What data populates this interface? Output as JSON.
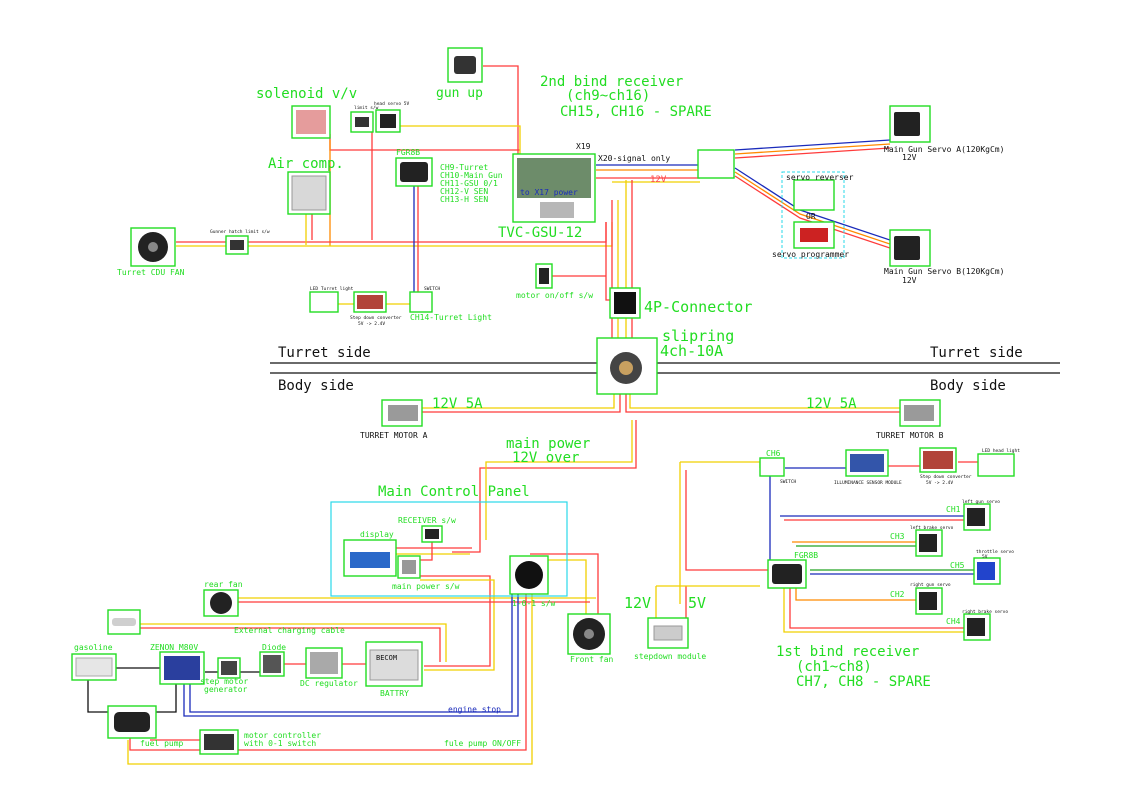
{
  "colors": {
    "label": "#22dd22",
    "text": "#111111",
    "wire_red": "#ff3b3b",
    "wire_yellow": "#f0d000",
    "wire_blue": "#1a2bbb",
    "wire_orange": "#ff8a00",
    "wire_green": "#23a323",
    "panel_border": "#2ad8e8"
  },
  "turret": {
    "gun_up": "gun up",
    "solenoid": "solenoid v/v",
    "limit_sw": "limit s/w",
    "head_servo": "head servo 5V",
    "air_comp": "Air comp.",
    "gunner_hatch": "Gunner hatch limit s/w",
    "cdu_fan": "Turret CDU FAN",
    "fgr8b_top": "FGR8B",
    "channels": [
      "CH9-Turret",
      "CH10-Main Gun",
      "CH11-GSU 0/1",
      "CH12-V SEN",
      "CH13-H SEN"
    ],
    "bind2_line1": "2nd bind receiver",
    "bind2_line2": "(ch9~ch16)",
    "bind2_line3": "CH15, CH16 - SPARE",
    "x19": "X19",
    "x20": "X20-signal only",
    "to_x17": "to X17 power",
    "volt_12v": "12V",
    "tvc_gsu": "TVC-GSU-12",
    "servo_a": "Main Gun Servo A(120KgCm)",
    "servo_a_v": "12V",
    "servo_b": "Main Gun Servo B(120KgCm)",
    "servo_b_v": "12V",
    "servo_reverser": "servo reverser",
    "or": "OR",
    "servo_programmer": "servo programmer",
    "motor_onoff": "motor on/off s/w",
    "connector": "4P-Connector",
    "led_turret": "LED Turret light",
    "switch_t": "SWITCH",
    "stepdown_t": "Step down converter",
    "stepdown_t_v": "5V -> 2.4V",
    "ch14": "CH14-Turret Light",
    "slipring_1": "slipring",
    "slipring_2": "4ch-10A",
    "turret_side": "Turret side",
    "body_side": "Body side"
  },
  "body": {
    "v12_5a": "12V 5A",
    "turret_motor_a": "TURRET MOTOR A",
    "turret_motor_b": "TURRET MOTOR B",
    "main_power_1": "main power",
    "main_power_2": "12V over",
    "ch6": "CH6",
    "switch_b": "SWITCH",
    "illuminance": "ILLUMINANCE SENSOR MODULE",
    "stepdown_b": "Step down converter",
    "stepdown_b_v": "5V -> 2.4V",
    "led_head": "LED head light",
    "panel_title": "Main Control Panel",
    "receiver_sw": "RECEIVER s/w",
    "display": "display",
    "main_power_sw": "main power s/w",
    "onoff_sw": "1-0-1 s/w",
    "rear_fan": "rear fan",
    "ext_charging": "External charging cable",
    "gasoline": "gasoline",
    "zenon": "ZENON M80V",
    "step_motor_1": "step motor",
    "step_motor_2": "generator",
    "diode": "Diode",
    "dc_reg": "DC regulator",
    "battery": "BATTRY",
    "battery_label": "BECOM",
    "engine_stop": "engine stop",
    "fuel_pump": "fuel pump",
    "motor_ctrl_1": "motor controller",
    "motor_ctrl_2": "with 0-1 switch",
    "fuel_onoff": "fule pump ON/OFF",
    "front_fan": "Front fan",
    "v12": "12V",
    "v5": "5V",
    "stepdown_module": "stepdown module",
    "fgr8b": "FGR8B",
    "left_gun_servo": "left gun servo",
    "left_brake_servo": "left brake servo",
    "throttle_servo": "throttle servo",
    "throttle_servo_v": "5V",
    "right_gun_servo": "right gun servo",
    "right_brake_servo": "right brake servo",
    "ch1": "CH1",
    "ch3": "CH3",
    "ch5": "CH5",
    "ch2": "CH2",
    "ch4": "CH4",
    "bind1_line1": "1st bind receiver",
    "bind1_line2": "(ch1~ch8)",
    "bind1_line3": "CH7, CH8 - SPARE"
  }
}
